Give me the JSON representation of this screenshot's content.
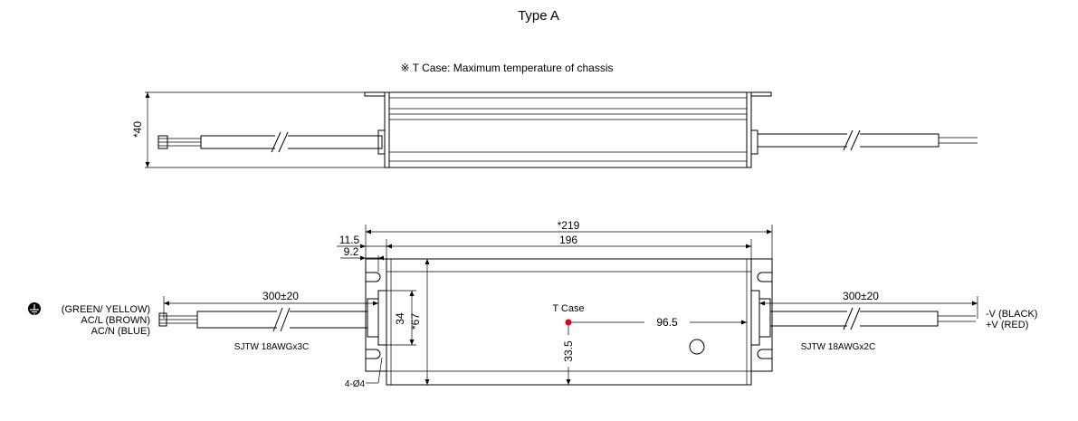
{
  "title": "Type A",
  "note": "※ T Case: Maximum temperature of chassis",
  "colors": {
    "tcase_marker": "#e3001b",
    "line": "#000000"
  },
  "side_view": {
    "height_label": "*40"
  },
  "top_view": {
    "dims": {
      "overall_length": "*219",
      "body_length": "196",
      "flange_offset": "11.5",
      "hole_offset": "9.2",
      "inner_height": "34",
      "outer_height": "*67",
      "tcase_x": "96.5",
      "tcase_y": "33.5",
      "holes": "4-Ø4"
    },
    "tcase_label": "T Case",
    "input_cable": {
      "length": "300±20",
      "type": "SJTW 18AWGx3C",
      "wires": [
        "(GREEN/ YELLOW)",
        "AC/L (BROWN)",
        "AC/N (BLUE)"
      ]
    },
    "output_cable": {
      "length": "300±20",
      "type": "SJTW 18AWGx2C",
      "wires": [
        "-V (BLACK)",
        "+V (RED)"
      ]
    },
    "ground_icon": "earth-ground-icon"
  }
}
